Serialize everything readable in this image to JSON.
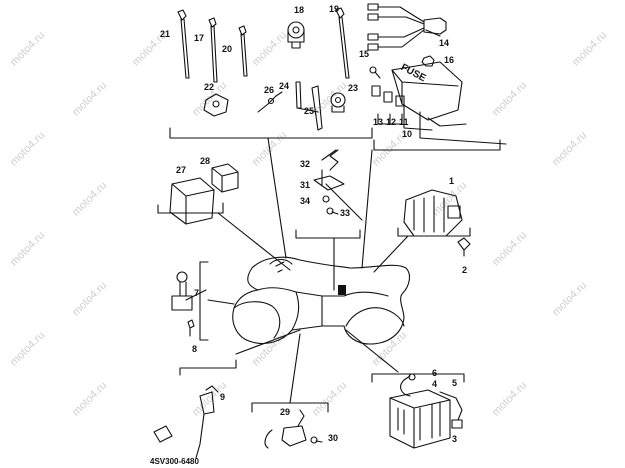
{
  "watermark": "moto4.ru",
  "diagram_code": "4SV300-6480",
  "fuse_text": "FUSE",
  "callouts": [
    "1",
    "2",
    "3",
    "4",
    "5",
    "6",
    "7",
    "8",
    "9",
    "10",
    "11",
    "12",
    "13",
    "14",
    "15",
    "16",
    "17",
    "18",
    "19",
    "20",
    "21",
    "22",
    "23",
    "24",
    "25",
    "26",
    "27",
    "28",
    "29",
    "30",
    "31",
    "32",
    "33",
    "34"
  ]
}
